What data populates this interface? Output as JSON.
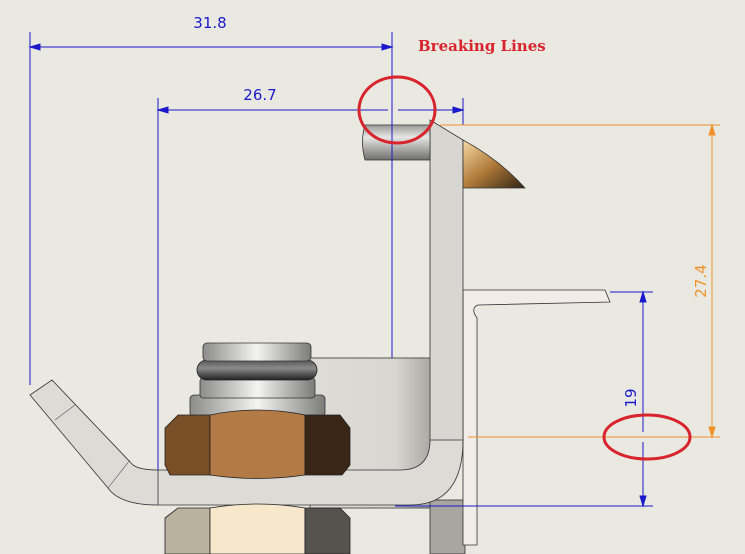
{
  "annotation": {
    "label": "Breaking Lines",
    "color": "#d8242c"
  },
  "dimensions": {
    "width_outer": "31.8",
    "width_inner": "26.7",
    "height_small": "19",
    "height_large": "27.4"
  },
  "colors": {
    "dimension_blue": "#1a1acc",
    "dimension_orange": "#f0922a",
    "background": "#e9e8e1"
  }
}
